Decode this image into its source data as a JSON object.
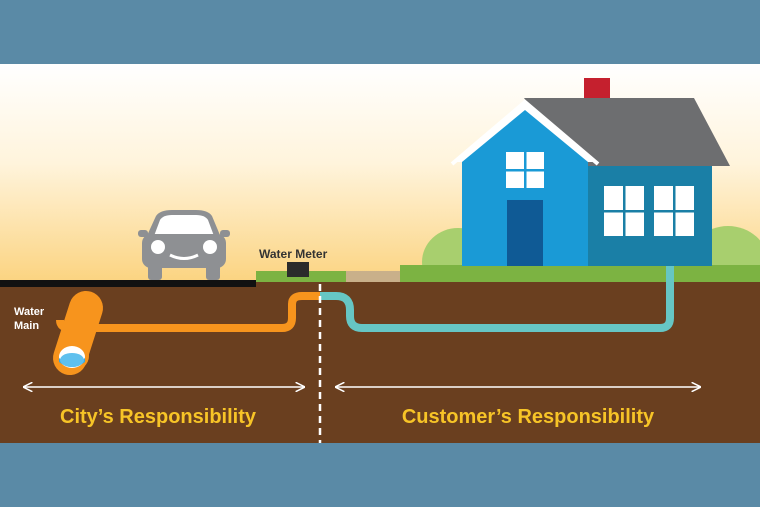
{
  "labels": {
    "water_main": [
      "Water",
      "Main"
    ],
    "water_meter": "Water Meter",
    "city_responsibility": "City’s Responsibility",
    "customer_responsibility": "Customer’s Responsibility"
  },
  "colors": {
    "frame_band": "#5a8aa6",
    "sky_top": "#ffffff",
    "sky_bottom": "#fbd88a",
    "soil": "#6a3f1f",
    "grass": "#7cb342",
    "street": "#111111",
    "city_pipe": "#f7941d",
    "customer_pipe": "#66c6c4",
    "label_yellow": "#f7c427",
    "house_left": "#1a9ad6",
    "house_right": "#1a7fa6",
    "roof": "#6d6e70",
    "chimney": "#c5202e",
    "car": "#8e9093"
  },
  "icons": [
    "car-icon",
    "house-icon",
    "water-meter-icon"
  ]
}
